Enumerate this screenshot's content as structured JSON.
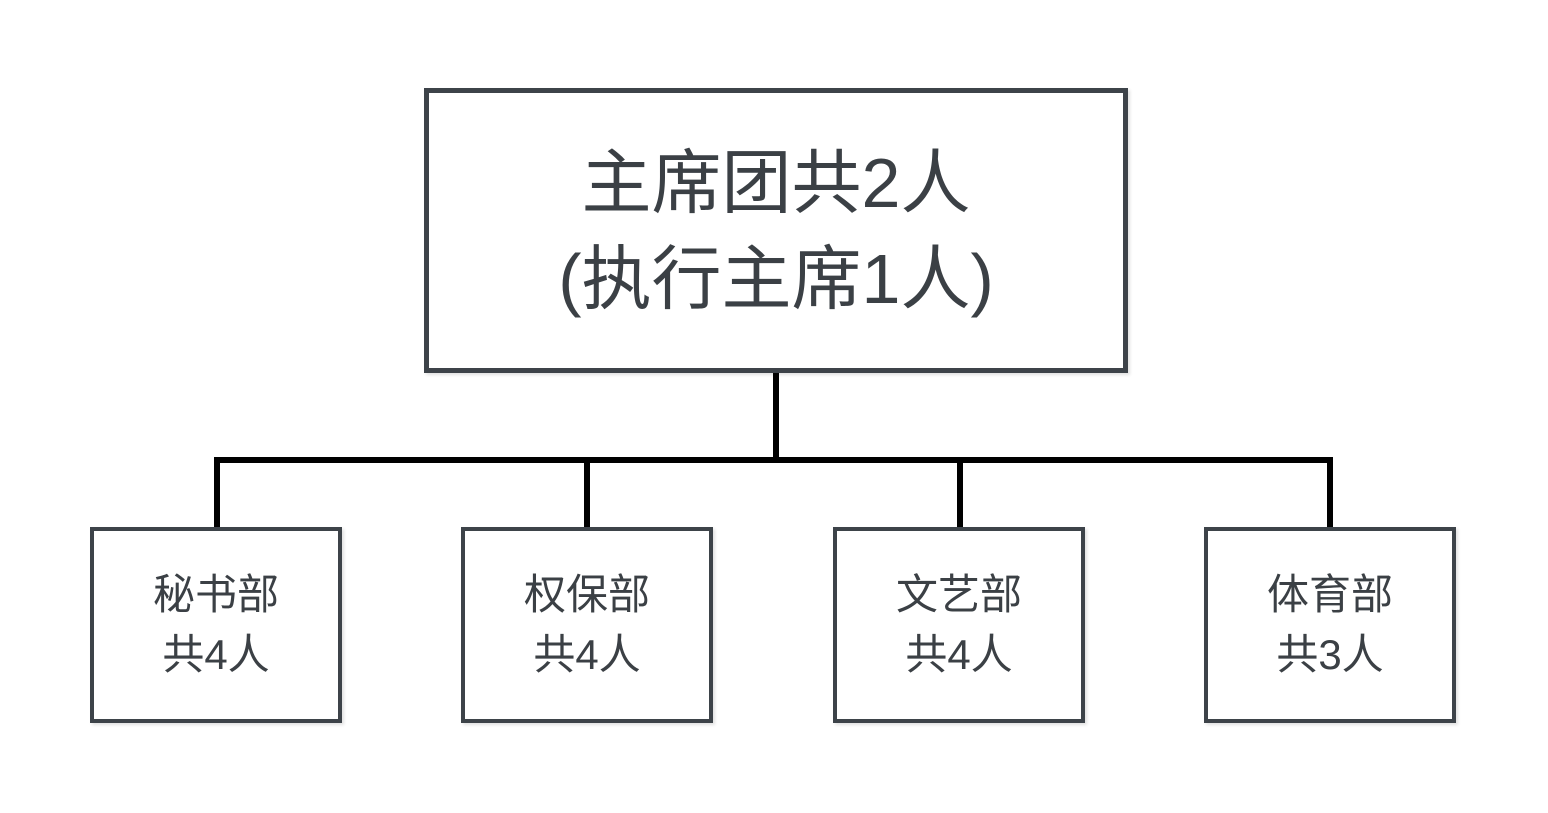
{
  "chart_data": {
    "type": "org-chart",
    "root": {
      "id": "presidium",
      "line1": "主席团共2人",
      "line2": "(执行主席1人)"
    },
    "children": [
      {
        "id": "secretariat",
        "line1": "秘书部",
        "line2": "共4人"
      },
      {
        "id": "rights-protection",
        "line1": "权保部",
        "line2": "共4人"
      },
      {
        "id": "arts",
        "line1": "文艺部",
        "line2": "共4人"
      },
      {
        "id": "sports",
        "line1": "体育部",
        "line2": "共3人"
      }
    ],
    "colors": {
      "background": "#ffffff",
      "box_border": "#3d4349",
      "text": "#3b4045",
      "connector": "#000000"
    }
  }
}
